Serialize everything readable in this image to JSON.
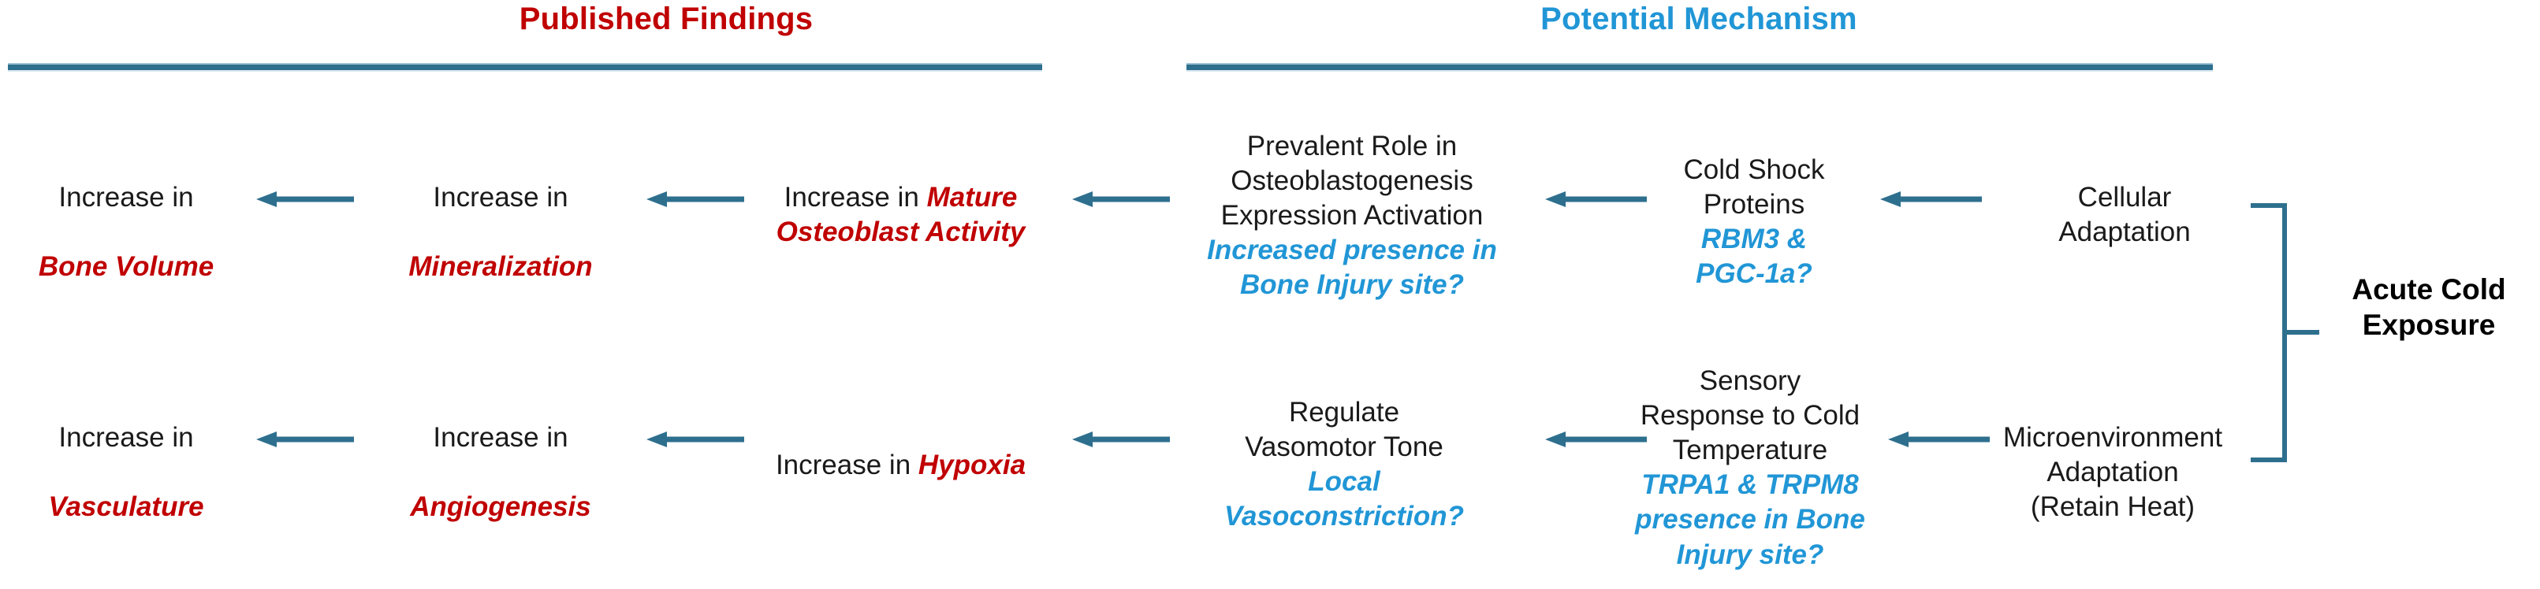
{
  "diagram": {
    "title_left": "Published Findings",
    "title_right": "Potential Mechanism",
    "colors": {
      "published_red": "#C00000",
      "potential_blue": "#2196D6",
      "arrow_blue": "#2E6F8E",
      "rule_blue": "#2E6F8E",
      "body_black": "#1a1a1a"
    },
    "rows": {
      "top": {
        "n1": {
          "plain": "Increase in",
          "accent": "Bone Volume",
          "accent_color": "red"
        },
        "n2": {
          "plain": "Increase in",
          "accent": "Mineralization",
          "accent_color": "red"
        },
        "n3": {
          "plain": "Increase in ",
          "accent": "Mature\nOsteoblast Activity",
          "accent_color": "red"
        },
        "n4": {
          "plain": "Prevalent Role in\nOsteoblastogenesis\nExpression Activation",
          "accent": "Increased presence in\nBone Injury site?",
          "accent_color": "blue"
        },
        "n5": {
          "plain": "Cold Shock\nProteins",
          "accent": "RBM3 &\nPGC-1a?",
          "accent_color": "blue"
        },
        "n6": {
          "plain": "Cellular\nAdaptation",
          "accent": "",
          "accent_color": "blue"
        }
      },
      "bottom": {
        "n1": {
          "plain": "Increase in",
          "accent": "Vasculature",
          "accent_color": "red"
        },
        "n2": {
          "plain": "Increase in",
          "accent": "Angiogenesis",
          "accent_color": "red"
        },
        "n3": {
          "plain": "Increase in ",
          "accent": "Hypoxia",
          "accent_color": "red"
        },
        "n4": {
          "plain": "Regulate\nVasomotor Tone",
          "accent": "Local\nVasoconstriction?",
          "accent_color": "blue"
        },
        "n5": {
          "plain": "Sensory\nResponse to Cold\nTemperature",
          "accent": "TRPA1 & TRPM8\npresence in Bone\nInjury site?",
          "accent_color": "blue"
        },
        "n6": {
          "plain": "Microenvironment\nAdaptation\n(Retain Heat)",
          "accent": "",
          "accent_color": "blue"
        }
      }
    },
    "bracket_label": "Acute Cold\nExposure",
    "arrow_direction": "left"
  }
}
